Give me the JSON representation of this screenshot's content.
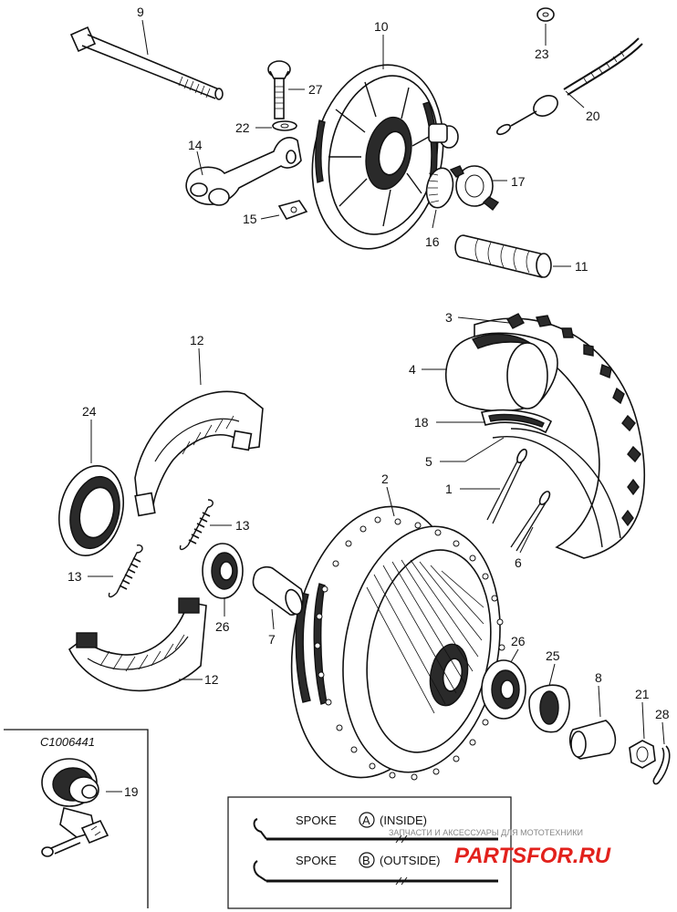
{
  "diagram_code": "C1006441",
  "legend": {
    "spoke_a": {
      "prefix": "SPOKE",
      "letter": "A",
      "suffix": "(INSIDE)"
    },
    "spoke_b": {
      "prefix": "SPOKE",
      "letter": "B",
      "suffix": "(OUTSIDE)"
    }
  },
  "watermark": {
    "tagline": "ЗАПЧАСТИ И АКСЕССУАРЫ ДЛЯ МОТОТЕХНИКИ",
    "brand": "PARTSFOR.RU"
  },
  "callouts": {
    "c9": "9",
    "c10": "10",
    "c23": "23",
    "c27": "27",
    "c22": "22",
    "c20": "20",
    "c14": "14",
    "c17": "17",
    "c15": "15",
    "c16": "16",
    "c11": "11",
    "c3": "3",
    "c12a": "12",
    "c4": "4",
    "c24": "24",
    "c18": "18",
    "c5": "5",
    "c2": "2",
    "c1": "1",
    "c13a": "13",
    "c13b": "13",
    "c6": "6",
    "c26a": "26",
    "c7": "7",
    "c26b": "26",
    "c25": "25",
    "c8": "8",
    "c12b": "12",
    "c21": "21",
    "c28": "28",
    "c19": "19"
  }
}
